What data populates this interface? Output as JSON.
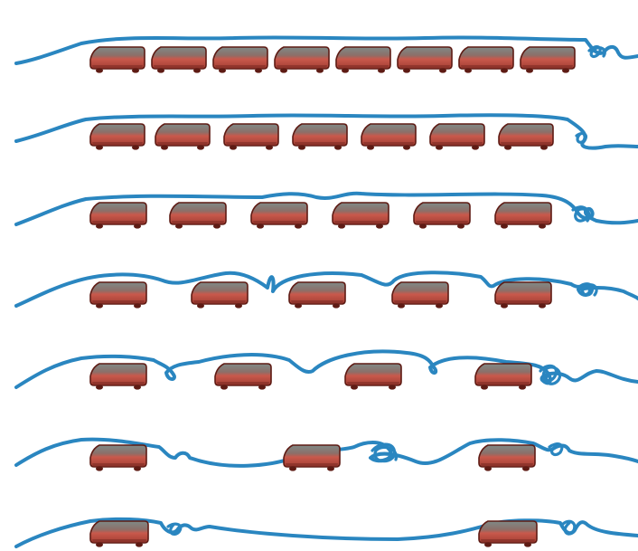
{
  "colors": {
    "background": "#ffffff",
    "flow_line": "#2a86c0",
    "vehicle_top": "#7f8a87",
    "vehicle_body": "#c8594c",
    "vehicle_shadow": "#7a2a22",
    "vehicle_outline": "#5e1b14"
  },
  "icons": {
    "flow_line": "wavy-streamline",
    "vehicle": "truck-block",
    "eddy": "vortex-swirl"
  },
  "rows": [
    {
      "vehicle_count": 8,
      "spacing": "very-close",
      "wake": "smooth"
    },
    {
      "vehicle_count": 7,
      "spacing": "close",
      "wake": "smooth"
    },
    {
      "vehicle_count": 6,
      "spacing": "medium",
      "wake": "slightly-wavy"
    },
    {
      "vehicle_count": 5,
      "spacing": "medium-wide",
      "wake": "wavy"
    },
    {
      "vehicle_count": 4,
      "spacing": "wide",
      "wake": "turbulent"
    },
    {
      "vehicle_count": 3,
      "spacing": "very-wide",
      "wake": "turbulent"
    },
    {
      "vehicle_count": 2,
      "spacing": "widest",
      "wake": "separated"
    }
  ]
}
